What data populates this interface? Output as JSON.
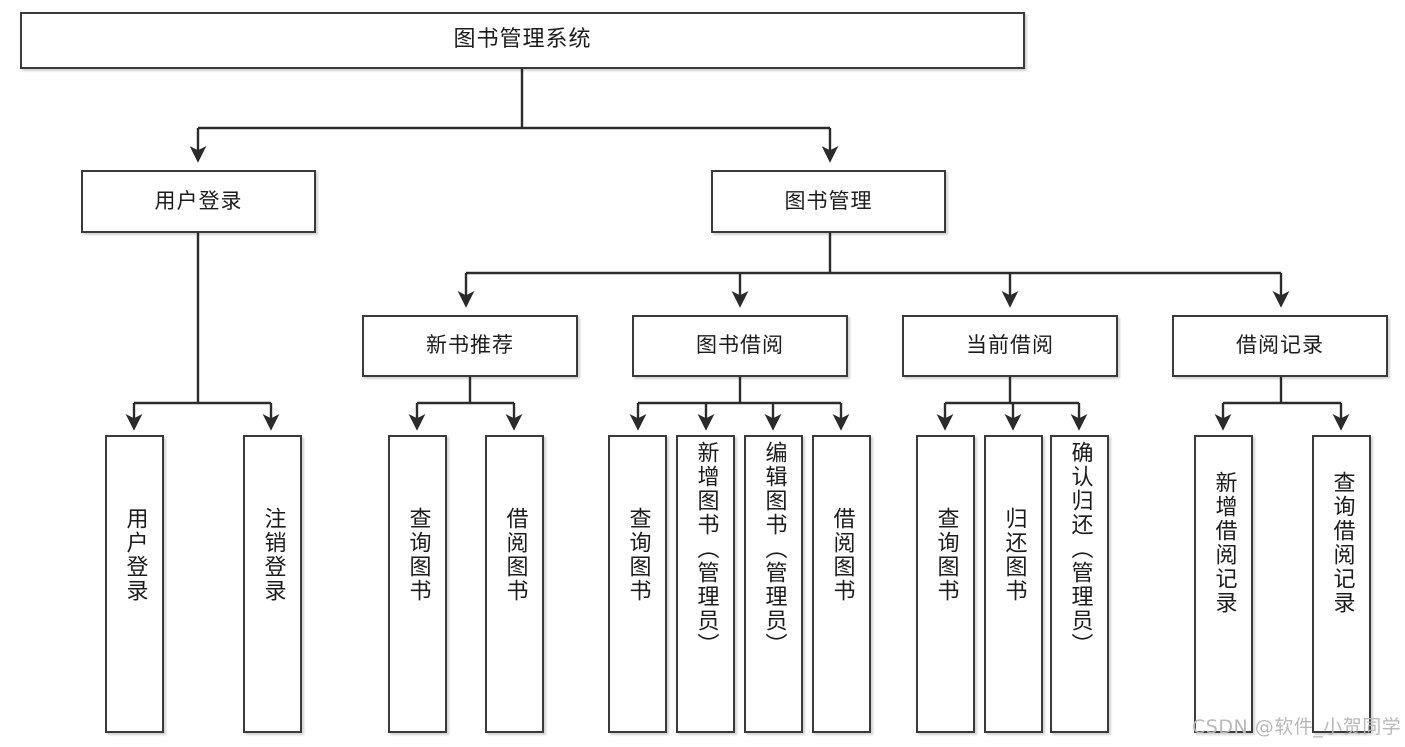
{
  "diagram": {
    "type": "tree-hierarchy-chart",
    "title": "图书管理系统",
    "colors": {
      "box_border": "#3a3a3a",
      "box_fill": "#ffffff",
      "edge": "#2b2b2b",
      "text": "#1c1c1c",
      "watermark": "#b9b9b9",
      "canvas": "#ffffff"
    },
    "root": {
      "label": "图书管理系统"
    },
    "level2": [
      {
        "label": "用户登录"
      },
      {
        "label": "图书管理"
      }
    ],
    "level3": [
      {
        "label": "新书推荐"
      },
      {
        "label": "图书借阅"
      },
      {
        "label": "当前借阅"
      },
      {
        "label": "借阅记录"
      }
    ],
    "leaves": {
      "user_login": [
        {
          "label": "用户登录"
        },
        {
          "label": "注销登录"
        }
      ],
      "new_book_recommend": [
        {
          "label": "查询图书"
        },
        {
          "label": "借阅图书"
        }
      ],
      "book_borrow": [
        {
          "label": "查询图书"
        },
        {
          "label": "新增图书（管理员）"
        },
        {
          "label": "编辑图书（管理员）"
        },
        {
          "label": "借阅图书"
        }
      ],
      "current_borrow": [
        {
          "label": "查询图书"
        },
        {
          "label": "归还图书"
        },
        {
          "label": "确认归还（管理员）"
        }
      ],
      "borrow_record": [
        {
          "label": "新增借阅记录"
        },
        {
          "label": "查询借阅记录"
        }
      ]
    },
    "watermark": "CSDN @软件_小贺同学"
  }
}
